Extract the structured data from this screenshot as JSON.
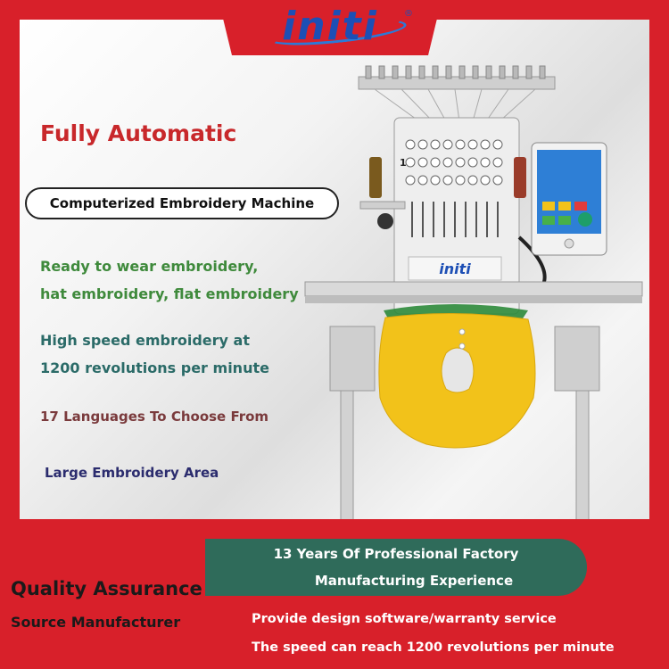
{
  "brand": {
    "logo_text": "initi",
    "registered_mark": "®"
  },
  "headline": "Fully Automatic",
  "subtitle_pill": "Computerized Embroidery Machine",
  "features": {
    "line1a": "Ready to wear embroidery,",
    "line1b": "hat embroidery, flat embroidery",
    "line2a": "High speed embroidery at",
    "line2b": "1200 revolutions per minute",
    "line3": "17 Languages To Choose From",
    "line4": "Large Embroidery Area"
  },
  "machine": {
    "panel_brand": "initi",
    "head_number": "1"
  },
  "bottom": {
    "quality_title": "Quality Assurance",
    "quality_sub": "Source Manufacturer",
    "banner_line1": "13 Years Of Professional Factory",
    "banner_line2": "Manufacturing Experience",
    "service_line1": "Provide design software/warranty service",
    "service_line2": "The speed can reach 1200 revolutions per minute"
  },
  "colors": {
    "red": "#d8202a",
    "teal": "#2f6b5a",
    "headline": "#c8282b",
    "logo_blue": "#1d4fb5",
    "garment_yellow": "#f2c21a"
  }
}
